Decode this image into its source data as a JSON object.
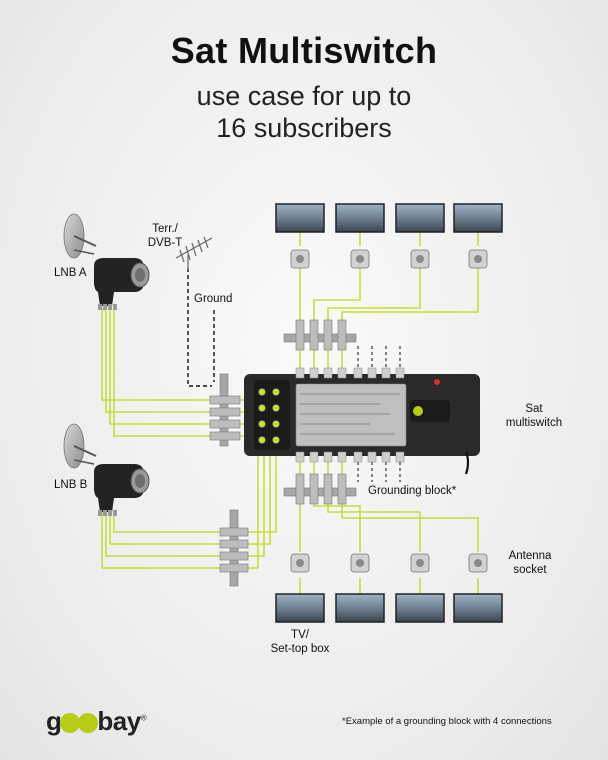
{
  "title": "Sat Multiswitch",
  "subtitle_line1": "use case for up to",
  "subtitle_line2": "16 subscribers",
  "labels": {
    "terr": "Terr./",
    "dvbt": "DVB-T",
    "lnb_a": "LNB A",
    "lnb_b": "LNB B",
    "ground": "Ground",
    "sat_line1": "Sat",
    "sat_line2": "multiswitch",
    "grounding_block": "Grounding block*",
    "antenna_line1": "Antenna",
    "antenna_line2": "socket",
    "tv_line1": "TV/",
    "tv_line2": "Set-top box"
  },
  "logo": {
    "pre": "g",
    "post": "bay",
    "mark": "®"
  },
  "footnote": "*Example of a grounding block with 4 connections",
  "colors": {
    "cable": "#c8dc3c",
    "switch_body": "#2a2a2a",
    "accent": "#b5cc18"
  },
  "icons": [
    "satellite-dish-icon",
    "lnb-icon",
    "tv-antenna-icon",
    "tv-screen-icon",
    "antenna-socket-icon",
    "grounding-block-icon",
    "multiswitch-icon"
  ]
}
